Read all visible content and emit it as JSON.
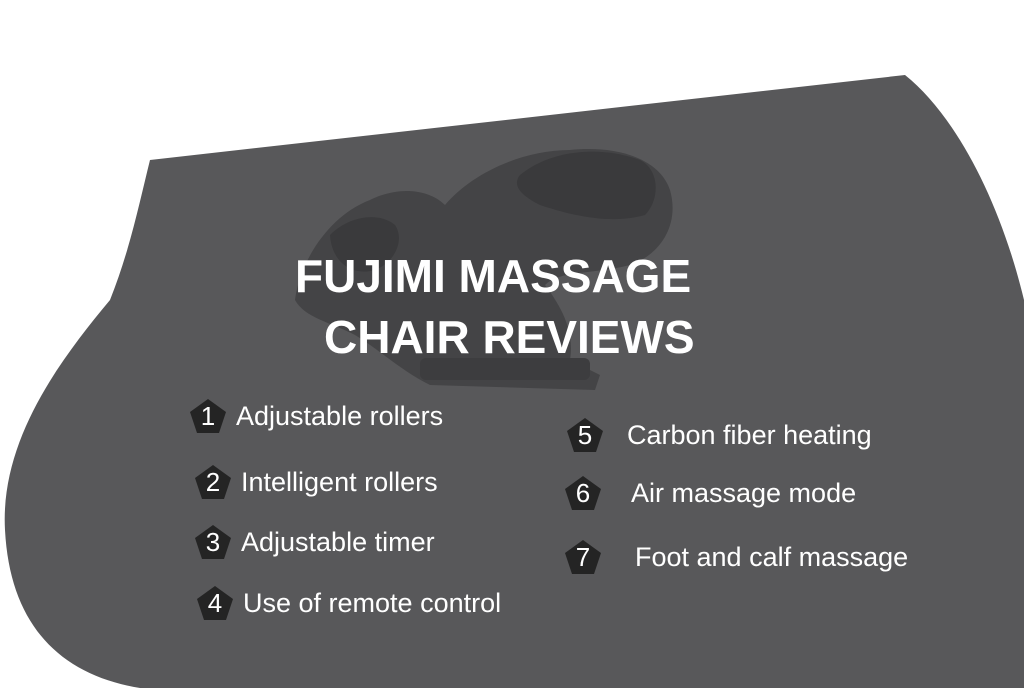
{
  "colors": {
    "background": "#ffffff",
    "panel": "#58585a",
    "chair_silhouette": "#444446",
    "badge": "#242424",
    "text": "#ffffff"
  },
  "title": {
    "line1": "FUJIMI MASSAGE",
    "line2": "CHAIR REVIEWS"
  },
  "features": [
    {
      "number": "1",
      "label": "Adjustable rollers",
      "icon": "pentagon-badge"
    },
    {
      "number": "2",
      "label": "Intelligent rollers",
      "icon": "pentagon-badge"
    },
    {
      "number": "3",
      "label": "Adjustable timer",
      "icon": "pentagon-badge"
    },
    {
      "number": "4",
      "label": "Use of remote control",
      "icon": "pentagon-badge"
    },
    {
      "number": "5",
      "label": "Carbon fiber heating",
      "icon": "pentagon-badge"
    },
    {
      "number": "6",
      "label": "Air massage mode",
      "icon": "pentagon-badge"
    },
    {
      "number": "7",
      "label": "Foot and calf massage",
      "icon": "pentagon-badge"
    }
  ]
}
